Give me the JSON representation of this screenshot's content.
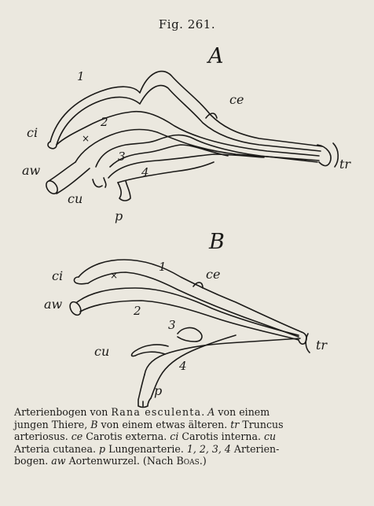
{
  "figure": {
    "title": "Fig. 261.",
    "panel_a": {
      "letter": "A",
      "labels": {
        "arch1": "1",
        "arch2": "2",
        "arch3": "3",
        "arch4": "4",
        "ce": "ce",
        "ci": "ci",
        "aw": "aw",
        "cu": "cu",
        "p": "p",
        "tr": "tr",
        "cross": "×"
      }
    },
    "panel_b": {
      "letter": "B",
      "labels": {
        "arch1": "1",
        "arch2": "2",
        "arch3": "3",
        "arch4": "4",
        "ce": "ce",
        "ci": "ci",
        "aw": "aw",
        "cu": "cu",
        "p": "p",
        "tr": "tr",
        "cross": "×"
      }
    }
  },
  "caption": {
    "l1_a": "Arterienbogen von ",
    "l1_species": "Rana esculenta",
    "l1_b": ". ",
    "l1_A": "A",
    "l1_c": " von einem",
    "l2_a": "jungen Thiere, ",
    "l2_B": "B",
    "l2_b": " von einem etwas älteren. ",
    "l2_tr": "tr",
    "l2_c": " Truncus",
    "l3_a": "arteriosus. ",
    "l3_ce": "ce",
    "l3_b": " Carotis externa. ",
    "l3_ci": "ci",
    "l3_c": " Carotis interna. ",
    "l3_cu": "cu",
    "l4_a": "Arteria cutanea. ",
    "l4_p": "p",
    "l4_b": " Lungenarterie. ",
    "l4_nums": "1, 2, 3, 4",
    "l4_c": " Arterien-",
    "l5_a": "bogen. ",
    "l5_aw": "aw",
    "l5_b": " Aortenwurzel. (Nach ",
    "l5_author": "Boas",
    "l5_c": ".)"
  }
}
